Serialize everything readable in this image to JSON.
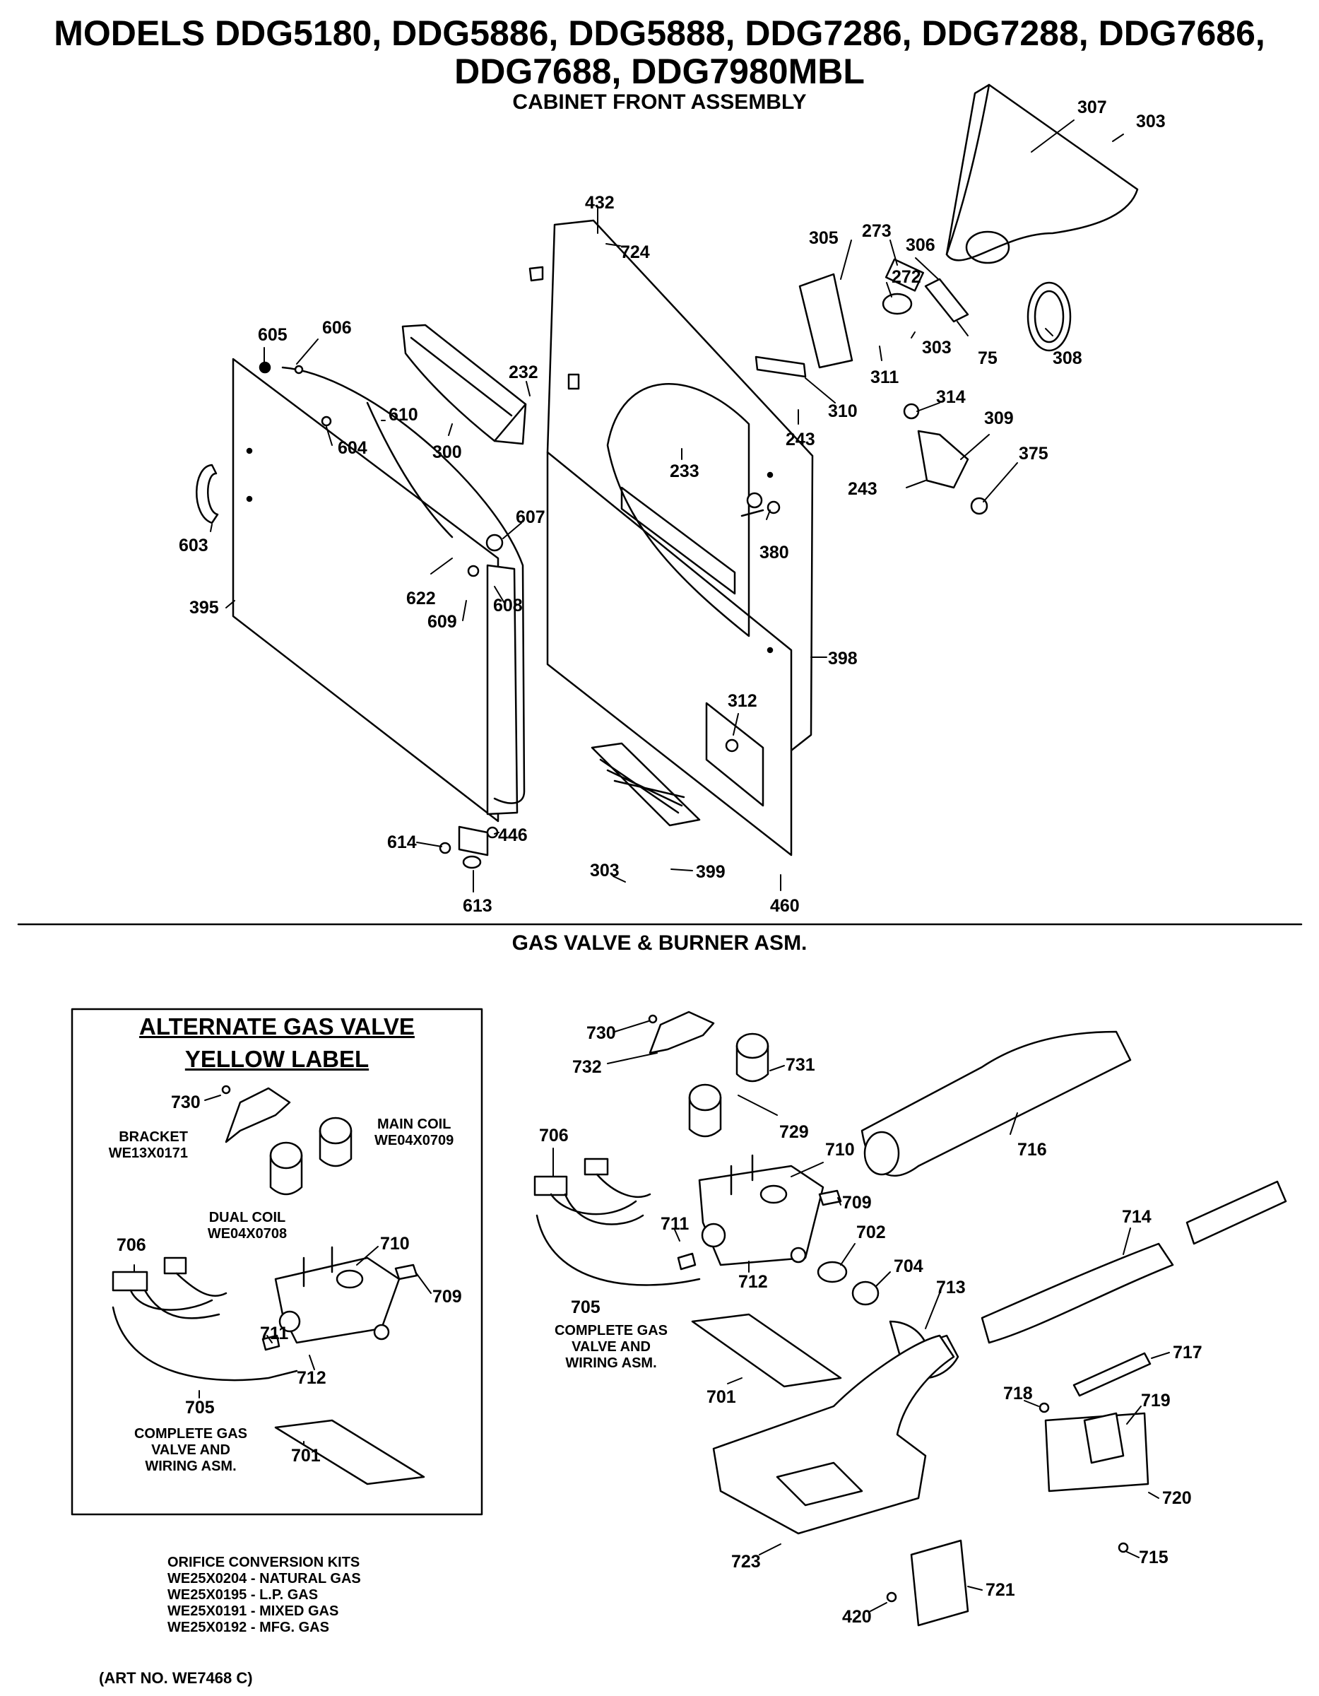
{
  "title_line1": "MODELS DDG5180, DDG5886, DDG5888, DDG7286, DDG7288, DDG7686,",
  "title_line2": "DDG7688, DDG7980MBL",
  "section1_title": "CABINET FRONT ASSEMBLY",
  "section2_title": "GAS VALVE & BURNER ASM.",
  "inset": {
    "heading_line1": "ALTERNATE GAS VALVE",
    "heading_line2": "YELLOW LABEL",
    "bracket_name": "BRACKET",
    "bracket_part": "WE13X0171",
    "main_coil_name": "MAIN COIL",
    "main_coil_part": "WE04X0709",
    "dual_coil_name": "DUAL COIL",
    "dual_coil_part": "WE04X0708",
    "complete_line1": "COMPLETE GAS",
    "complete_line2": "VALVE AND",
    "complete_line3": "WIRING ASM."
  },
  "main_complete_line1": "COMPLETE GAS",
  "main_complete_line2": "VALVE AND",
  "main_complete_line3": "WIRING ASM.",
  "orifice_kits": {
    "heading": "ORIFICE CONVERSION KITS",
    "items": [
      "WE25X0204 - NATURAL GAS",
      "WE25X0195 - L.P. GAS",
      "WE25X0191 - MIXED GAS",
      "WE25X0192 - MFG. GAS"
    ]
  },
  "art_no": "(ART NO. WE7468 C)",
  "callouts": {
    "c303a": "303",
    "c307": "307",
    "c432": "432",
    "c724": "724",
    "c305": "305",
    "c273": "273",
    "c306": "306",
    "c272": "272",
    "c308": "308",
    "c303b": "303",
    "c75": "75",
    "c311": "311",
    "c310": "310",
    "c605": "605",
    "c606": "606",
    "c232": "232",
    "c610": "610",
    "c604": "604",
    "c300": "300",
    "c243a": "243",
    "c314": "314",
    "c309": "309",
    "c375": "375",
    "c233": "233",
    "c243b": "243",
    "c603": "603",
    "c607": "607",
    "c380": "380",
    "c622": "622",
    "c395": "395",
    "c609": "609",
    "c608": "608",
    "c398": "398",
    "c312": "312",
    "c614": "614",
    "c446": "446",
    "c613": "613",
    "c303c": "303",
    "c399": "399",
    "c460": "460",
    "i730": "730",
    "i706": "706",
    "i710": "710",
    "i709": "709",
    "i711": "711",
    "i712": "712",
    "i705": "705",
    "i701": "701",
    "m730": "730",
    "m732": "732",
    "m731": "731",
    "m729": "729",
    "m706": "706",
    "m710": "710",
    "m709": "709",
    "m711": "711",
    "m702": "702",
    "m716": "716",
    "m714": "714",
    "m704": "704",
    "m712": "712",
    "m713": "713",
    "m705": "705",
    "m701": "701",
    "m717": "717",
    "m718": "718",
    "m719": "719",
    "m720": "720",
    "m723": "723",
    "m715": "715",
    "m721": "721",
    "m420": "420"
  }
}
